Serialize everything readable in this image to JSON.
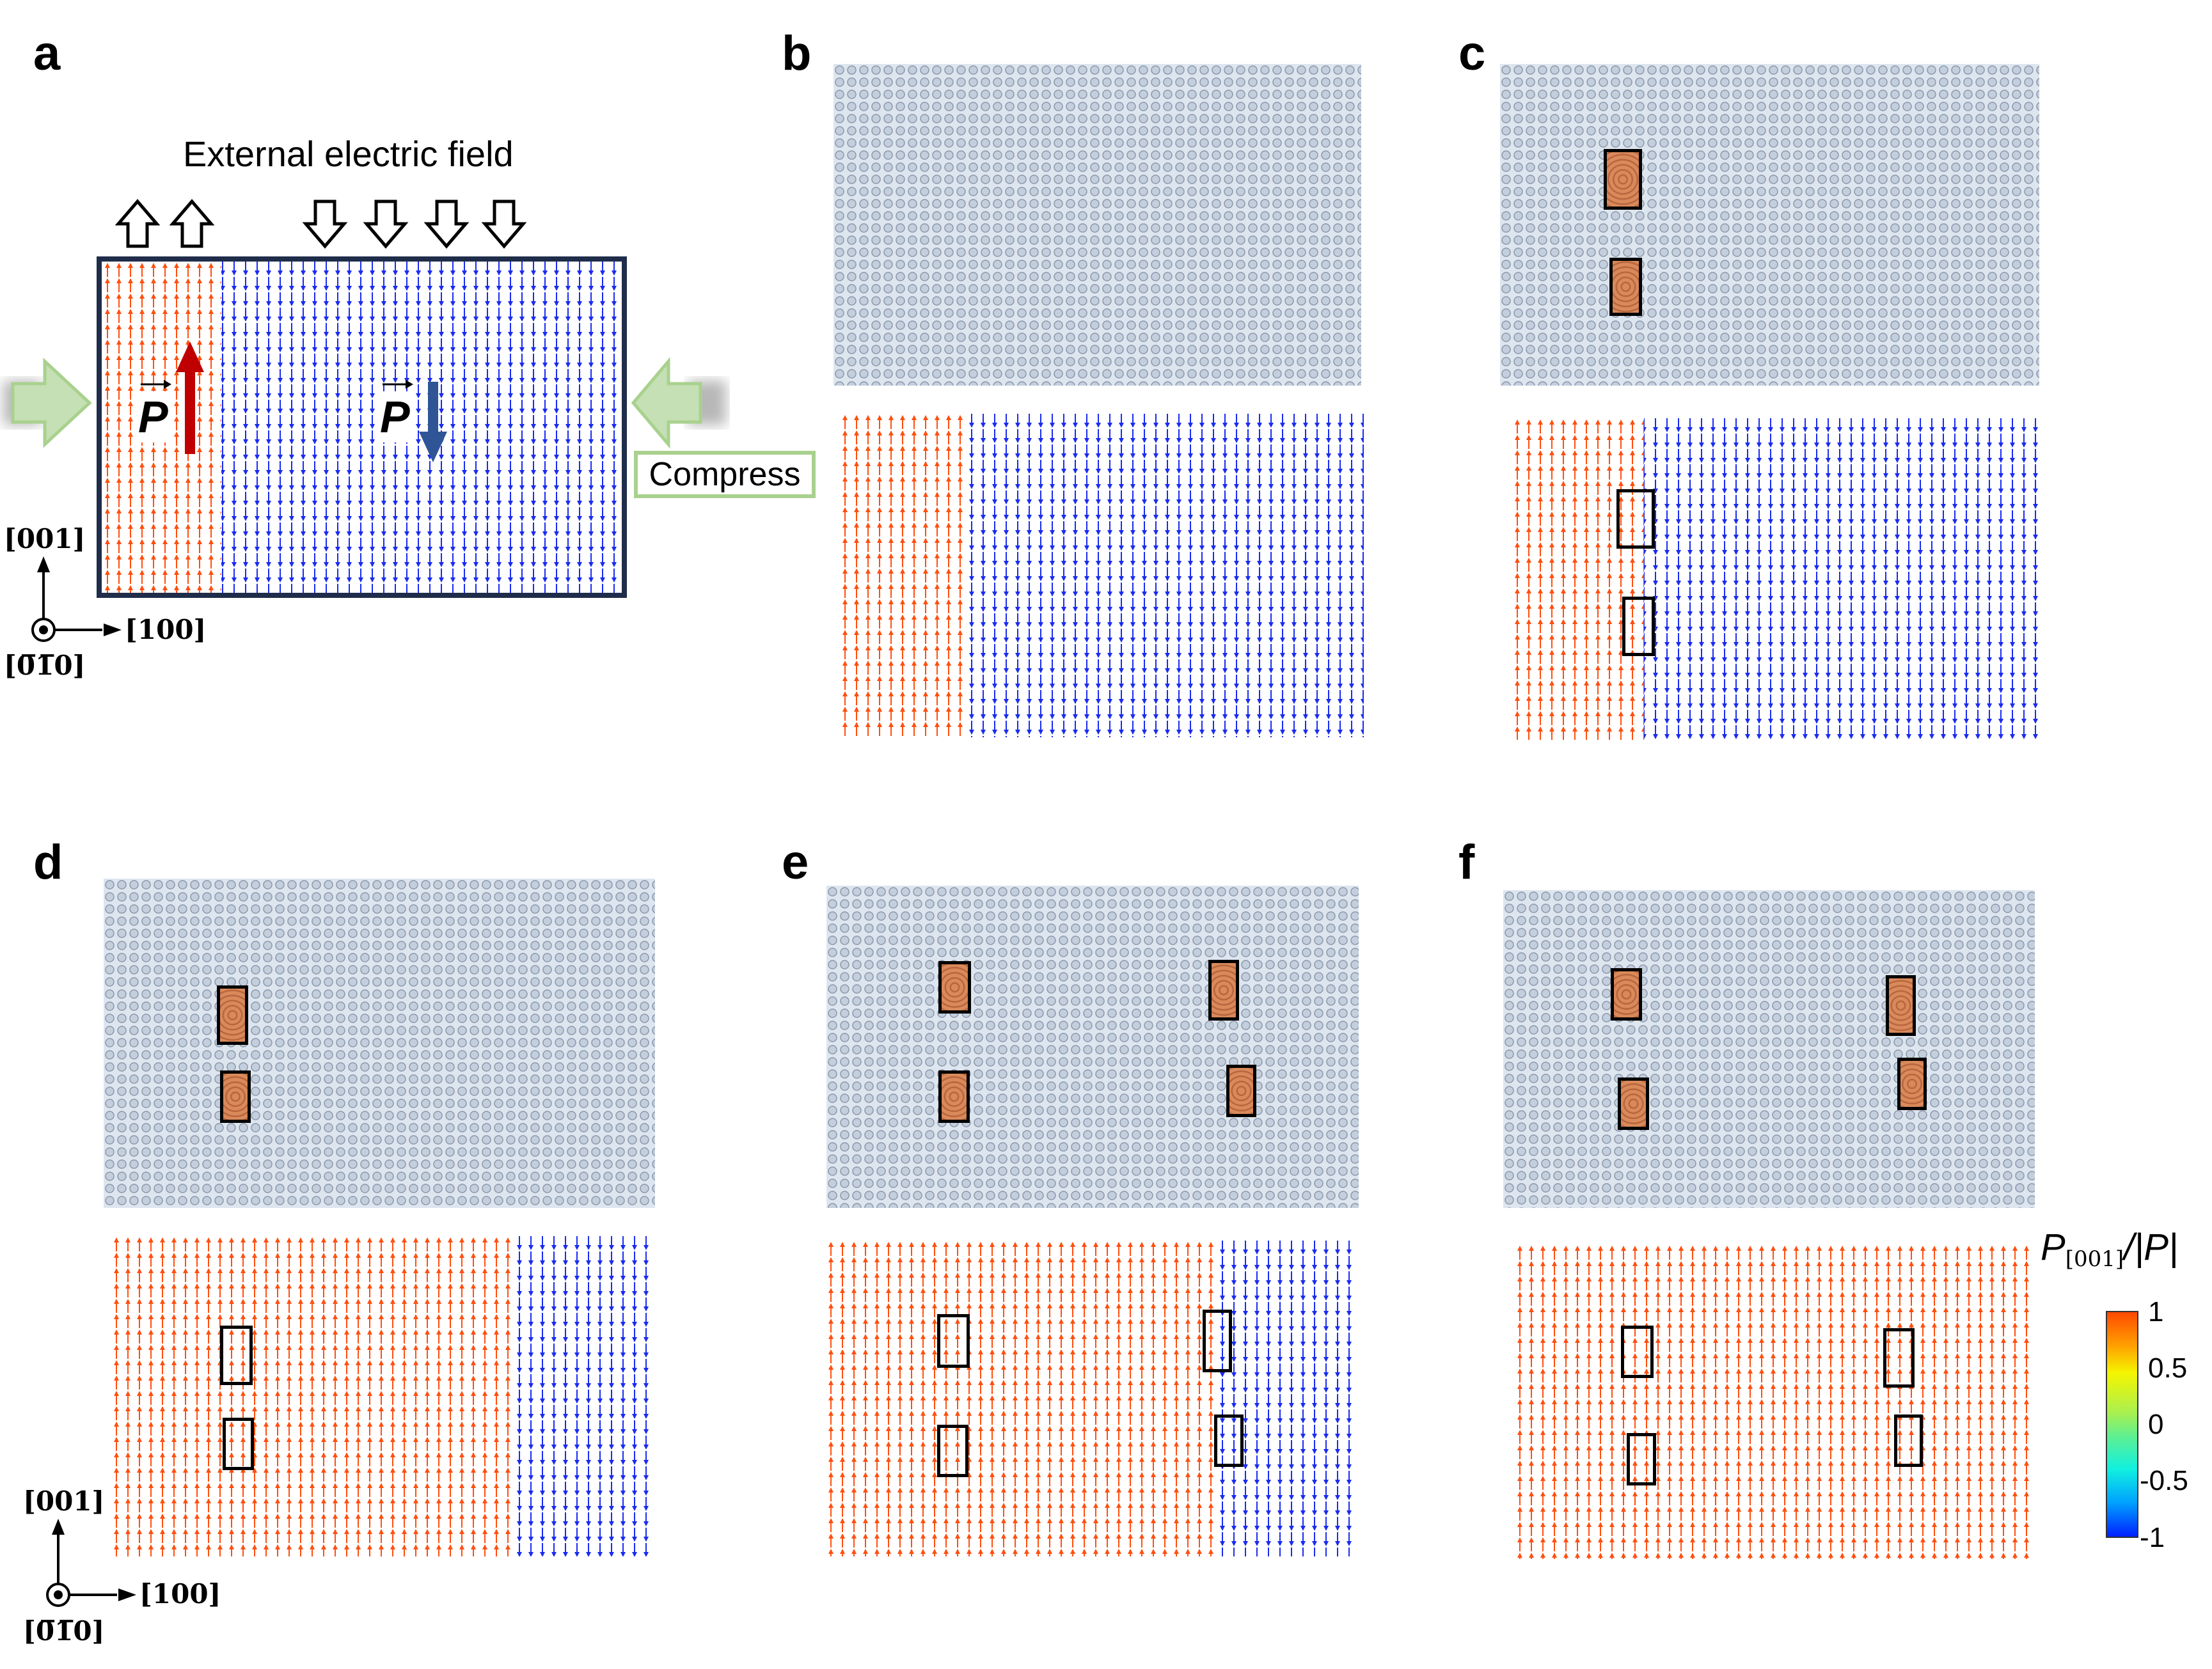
{
  "panels": {
    "a": {
      "label": "a",
      "title": "External electric field",
      "compress_label": "Compress",
      "p_symbol": "P",
      "up_domain_fraction": 0.23
    },
    "b": {
      "label": "b",
      "up_domain_fraction": 0.24
    },
    "c": {
      "label": "c",
      "up_domain_fraction": 0.25
    },
    "d": {
      "label": "d",
      "up_domain_fraction": 0.74
    },
    "e": {
      "label": "e",
      "up_domain_fraction": 0.74
    },
    "f": {
      "label": "f",
      "up_domain_fraction": 1.0
    }
  },
  "axes": {
    "z": "[001]",
    "x": "[100]",
    "y": "[0̅1̅0]"
  },
  "colorbar": {
    "label_main": "P",
    "label_sub": "[001]",
    "label_tail": "/|P|",
    "ticks": [
      "1",
      "0.5",
      "0",
      "-0.5",
      "-1"
    ],
    "range": [
      -1,
      1
    ]
  },
  "colors": {
    "up": "#ff4f0f",
    "down": "#1a2cf0",
    "frame": "#1f2d4a",
    "compress": "#a9d18e",
    "red_arrow": "#c00000",
    "blue_arrow": "#2f5597"
  }
}
